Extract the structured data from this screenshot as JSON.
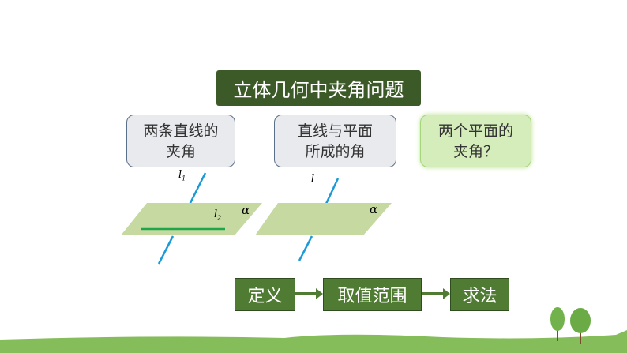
{
  "title": "立体几何中夹角问题",
  "cards": [
    {
      "line1": "两条直线的",
      "line2": "夹角"
    },
    {
      "line1": "直线与平面",
      "line2": "所成的角"
    },
    {
      "line1": "两个平面的",
      "line2": "夹角？"
    }
  ],
  "figure_labels": {
    "l1": "l",
    "l1_sub": "1",
    "l2": "l",
    "l2_sub": "2",
    "alpha": "α",
    "l": "l"
  },
  "flow": [
    "定义",
    "取值范围",
    "求法"
  ],
  "colors": {
    "title_bg": "#3b5a27",
    "flow_bg": "#507b33",
    "plane": "#c5d9a0",
    "line": "#1a9ad6",
    "ground": "#86bd5b"
  }
}
